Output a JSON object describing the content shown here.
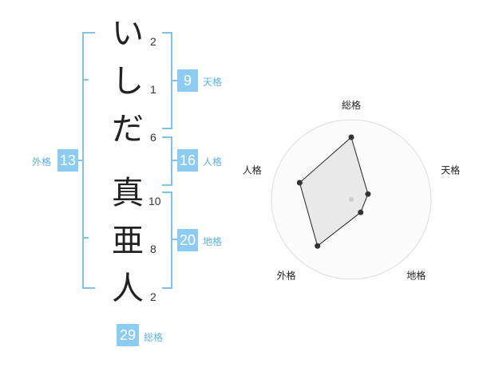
{
  "name": {
    "chars": [
      "い",
      "し",
      "だ",
      "真",
      "亜",
      "人"
    ],
    "strokes": [
      "2",
      "1",
      "6",
      "10",
      "8",
      "2"
    ]
  },
  "fortune": {
    "tenkaku": {
      "value": "9",
      "label": "天格"
    },
    "jinkaku": {
      "value": "16",
      "label": "人格"
    },
    "chikaku": {
      "value": "20",
      "label": "地格"
    },
    "gaikaku": {
      "value": "13",
      "label": "外格"
    },
    "soukaku": {
      "value": "29",
      "label": "総格"
    }
  },
  "chart_data": {
    "type": "radar",
    "axes": [
      "総格",
      "天格",
      "地格",
      "外格",
      "人格"
    ],
    "values": [
      0.78,
      0.22,
      0.2,
      0.72,
      0.68
    ],
    "range": [
      0,
      1
    ],
    "rings": 4
  }
}
